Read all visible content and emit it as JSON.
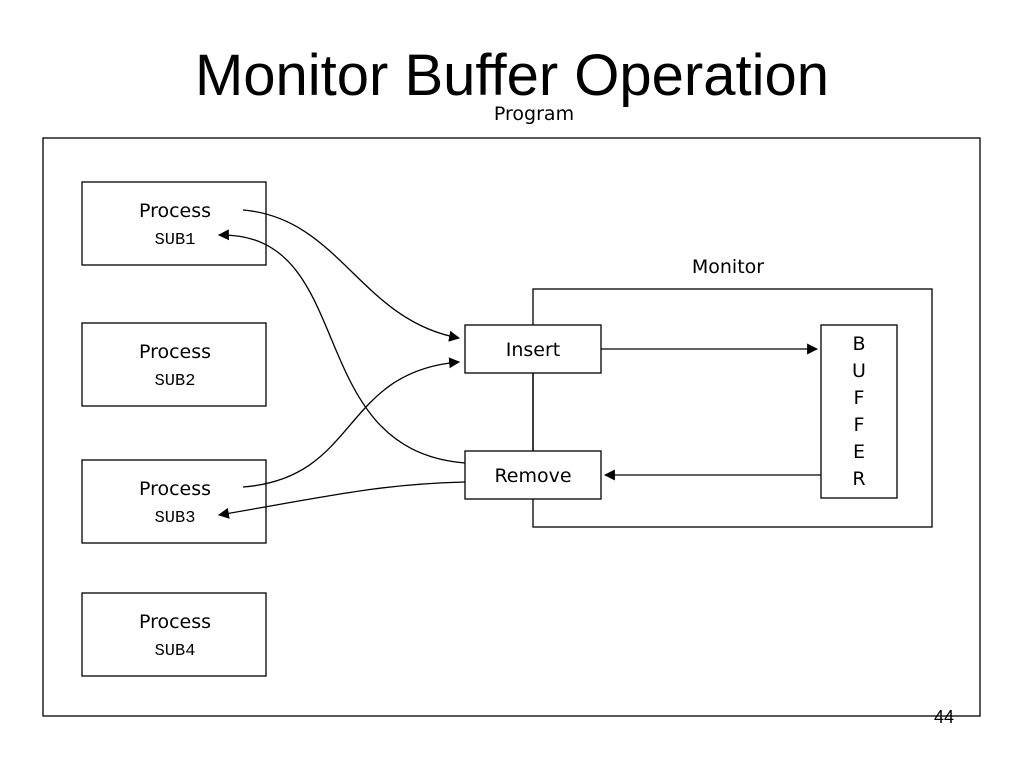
{
  "title": "Monitor Buffer Operation",
  "page_number": "44",
  "diagram": {
    "program_label": "Program",
    "monitor_label": "Monitor",
    "processes": [
      {
        "label": "Process",
        "name": "SUB1"
      },
      {
        "label": "Process",
        "name": "SUB2"
      },
      {
        "label": "Process",
        "name": "SUB3"
      },
      {
        "label": "Process",
        "name": "SUB4"
      }
    ],
    "insert_label": "Insert",
    "remove_label": "Remove",
    "buffer_letters": [
      "B",
      "U",
      "F",
      "F",
      "E",
      "R"
    ]
  }
}
